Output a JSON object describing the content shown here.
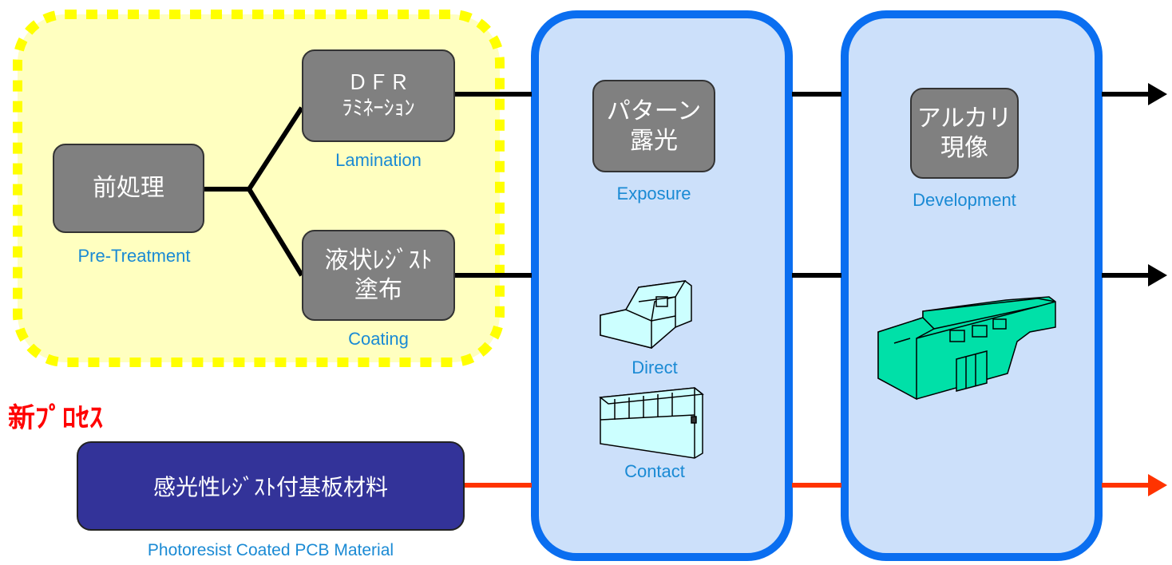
{
  "colors": {
    "highlight_fill": "#ffffc0",
    "highlight_border": "#ffff00",
    "stage_fill": "#cce0fa",
    "stage_border": "#0a6ef0",
    "process_box": "#808080",
    "material_box": "#333399",
    "english_label": "#1a8ad4",
    "new_process_label": "#ff0000",
    "flow_line": "#000000",
    "new_flow_line": "#ff3300",
    "machine_fill": "#ccffff",
    "developer_fill": "#00e0a8"
  },
  "pretreatment": {
    "label": "前処理",
    "english": "Pre-Treatment"
  },
  "lamination": {
    "label": "ＤＦＲ\nﾗﾐﾈｰｼｮﾝ",
    "english": "Lamination"
  },
  "coating": {
    "label": "液状ﾚｼﾞｽﾄ\n塗布",
    "english": "Coating"
  },
  "exposure": {
    "label": "パターン\n露光",
    "english": "Exposure",
    "machines": [
      {
        "name": "Direct",
        "icon": "direct-exposure-machine-icon"
      },
      {
        "name": "Contact",
        "icon": "contact-exposure-machine-icon"
      }
    ]
  },
  "development": {
    "label": "アルカリ\n現像",
    "english": "Development",
    "icon": "developing-machine-icon"
  },
  "new_process": {
    "title": "新ﾌﾟﾛｾｽ",
    "material_label": "感光性ﾚｼﾞｽﾄ付基板材料",
    "material_english": "Photoresist Coated PCB Material"
  }
}
